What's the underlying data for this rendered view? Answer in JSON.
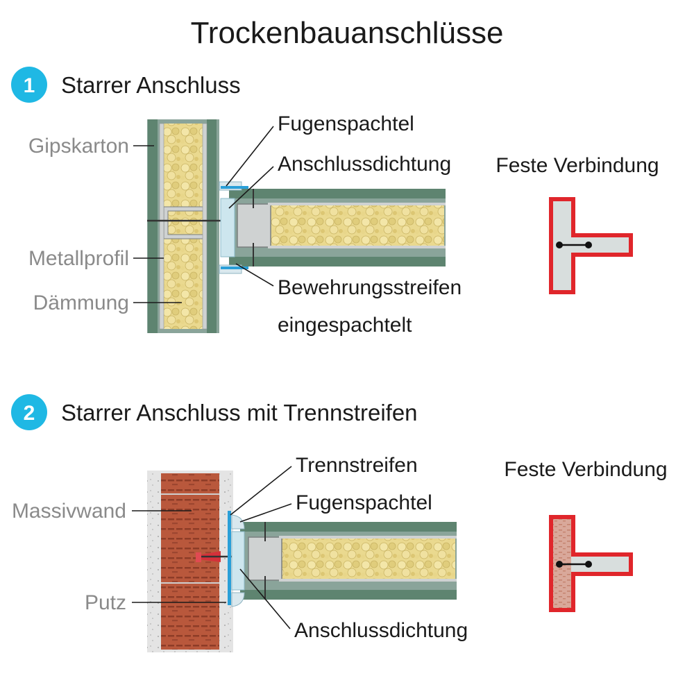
{
  "title": "Trockenbauanschlüsse",
  "section1": {
    "number": "1",
    "heading": "Starrer Anschluss",
    "labels": {
      "gipskarton": "Gipskarton",
      "metallprofil": "Metallprofil",
      "daemmung": "Dämmung",
      "fugenspachtel": "Fugenspachtel",
      "anschlussdichtung": "Anschlussdichtung",
      "bewehrung_line1": "Bewehrungsstreifen",
      "bewehrung_line2": "eingespachtelt"
    },
    "symbol_label": "Feste Verbindung"
  },
  "section2": {
    "number": "2",
    "heading": "Starrer Anschluss mit Trennstreifen",
    "labels": {
      "massivwand": "Massivwand",
      "putz": "Putz",
      "trennstreifen": "Trennstreifen",
      "fugenspachtel": "Fugenspachtel",
      "anschlussdichtung": "Anschlussdichtung"
    },
    "symbol_label": "Feste Verbindung"
  },
  "colors": {
    "badge": "#1fb8e4",
    "board": "#5e8470",
    "insulation": "#e6d58a",
    "profile": "#cfd2d2",
    "seal": "#2a9fd8",
    "brick": "#b8553a",
    "plaster": "#e3e3e3",
    "symbol_outline": "#e0262b",
    "symbol_fill": "#d8dedd"
  }
}
